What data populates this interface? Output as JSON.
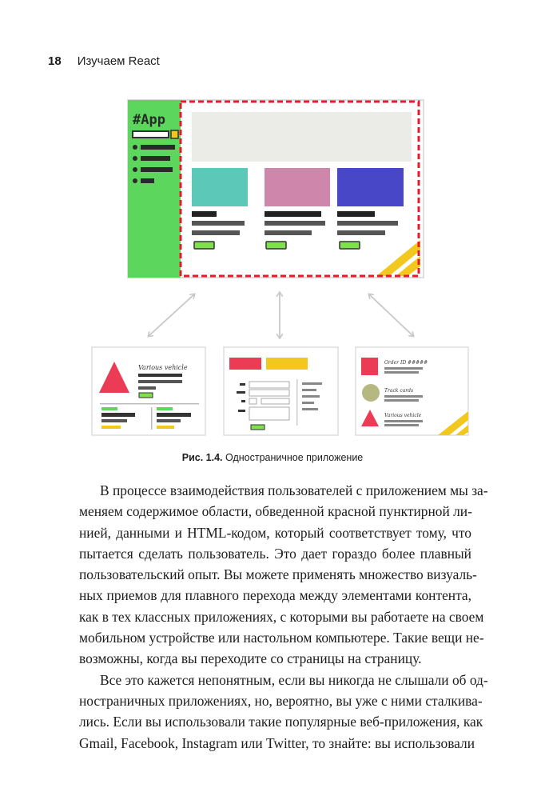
{
  "header": {
    "page_number": "18",
    "running_title": "Изучаем React"
  },
  "figure": {
    "app_label": "#App",
    "phone_title": "Various vehicle",
    "tablet_items": [
      "Order ID #####",
      "Track cards",
      "Various vehicle"
    ],
    "colors": {
      "green": "#5cd65c",
      "red_dashed": "#e8192c",
      "teal": "#5bc8b8",
      "pink": "#cf86ab",
      "blue": "#4747c8",
      "yellow": "#f2c81e",
      "triangle": "#ec3b55",
      "dark_bar": "#222222",
      "gray_bar": "#555555",
      "placeholder": "#ebebe8",
      "arrow": "#c8c8c8"
    }
  },
  "caption": {
    "label": "Рис. 1.4.",
    "text": "Одностраничное приложение"
  },
  "body": {
    "p1": [
      "В процессе взаимодействия пользователей с приложением мы за-",
      "меняем содержимое области, обведенной красной пунктирной ли-",
      "нией, данными и HTML-кодом, который соответствует тому, что",
      "пытается сделать пользователь. Это дает гораздо более плавный",
      "пользовательский опыт. Вы можете применять множество визуаль-",
      "ных приемов для плавного перехода между элементами контента,",
      "как в тех классных приложениях, с которыми вы работаете на своем",
      "мобильном устройстве или настольном компьютере. Такие вещи не-",
      "возможны, когда вы переходите со страницы на страницу."
    ],
    "p2": [
      "Все это кажется непонятным, если вы никогда не слышали об од-",
      "ностраничных приложениях, но, вероятно, вы уже с ними сталкива-",
      "лись. Если вы  использовали такие популярные веб-приложения, как",
      "Gmail, Facebook, Instagram или Twitter, то знайте: вы использовали"
    ]
  }
}
